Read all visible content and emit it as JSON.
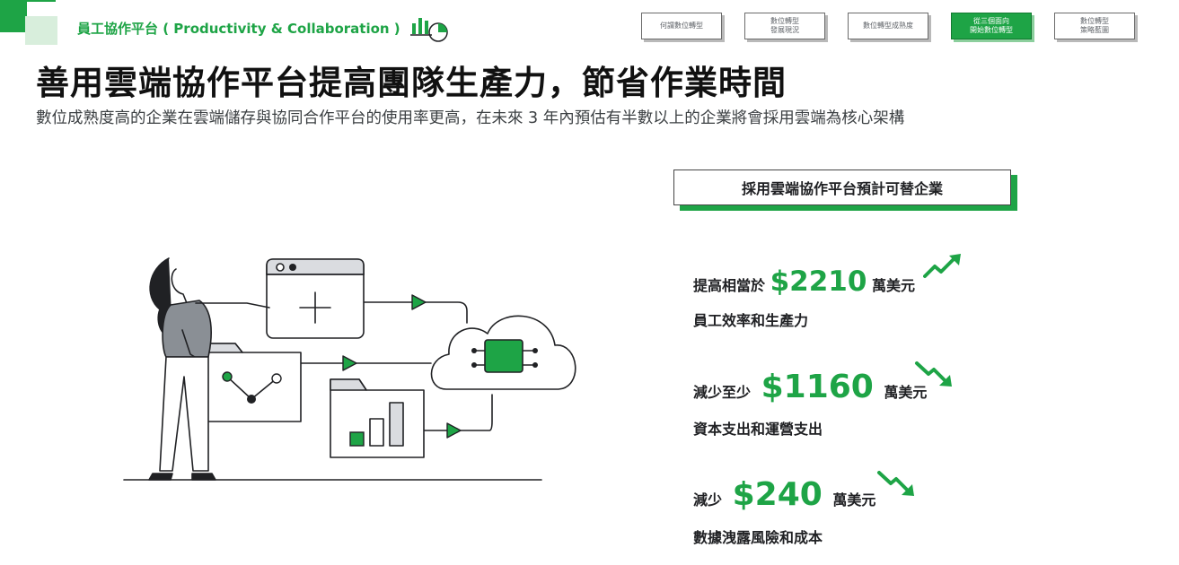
{
  "header": {
    "section_label": "員工協作平台 ( Productivity & Collaboration )",
    "tabs": [
      {
        "label": "何謂數位轉型",
        "active": false
      },
      {
        "label": "數位轉型\n發展現況",
        "active": false
      },
      {
        "label": "數位轉型成熟度",
        "active": false
      },
      {
        "label": "從三個面向\n開始數位轉型",
        "active": true
      },
      {
        "label": "數位轉型\n策略藍圖",
        "active": false
      }
    ]
  },
  "main": {
    "title": "善用雲端協作平台提高團隊生產力，節省作業時間",
    "subtitle": "數位成熟度高的企業在雲端儲存與協同合作平台的使用率更高，在未來 3 年內預估有半數以上的企業將會採用雲端為核心架構"
  },
  "panel": {
    "banner": "採用雲端協作平台預計可替企業",
    "stats": [
      {
        "prefix": "提高相當於",
        "value": "$2210",
        "unit": "萬美元",
        "desc": "員工效率和生產力",
        "trend": "up"
      },
      {
        "prefix": "減少至少",
        "value": "$1160",
        "unit": "萬美元",
        "desc": "資本支出和運營支出",
        "trend": "down"
      },
      {
        "prefix": "減少",
        "value": "$240",
        "unit": "萬美元",
        "desc": "數據洩露風險和成本",
        "trend": "down"
      }
    ]
  },
  "colors": {
    "accent": "#1ea446",
    "text": "#202124"
  }
}
